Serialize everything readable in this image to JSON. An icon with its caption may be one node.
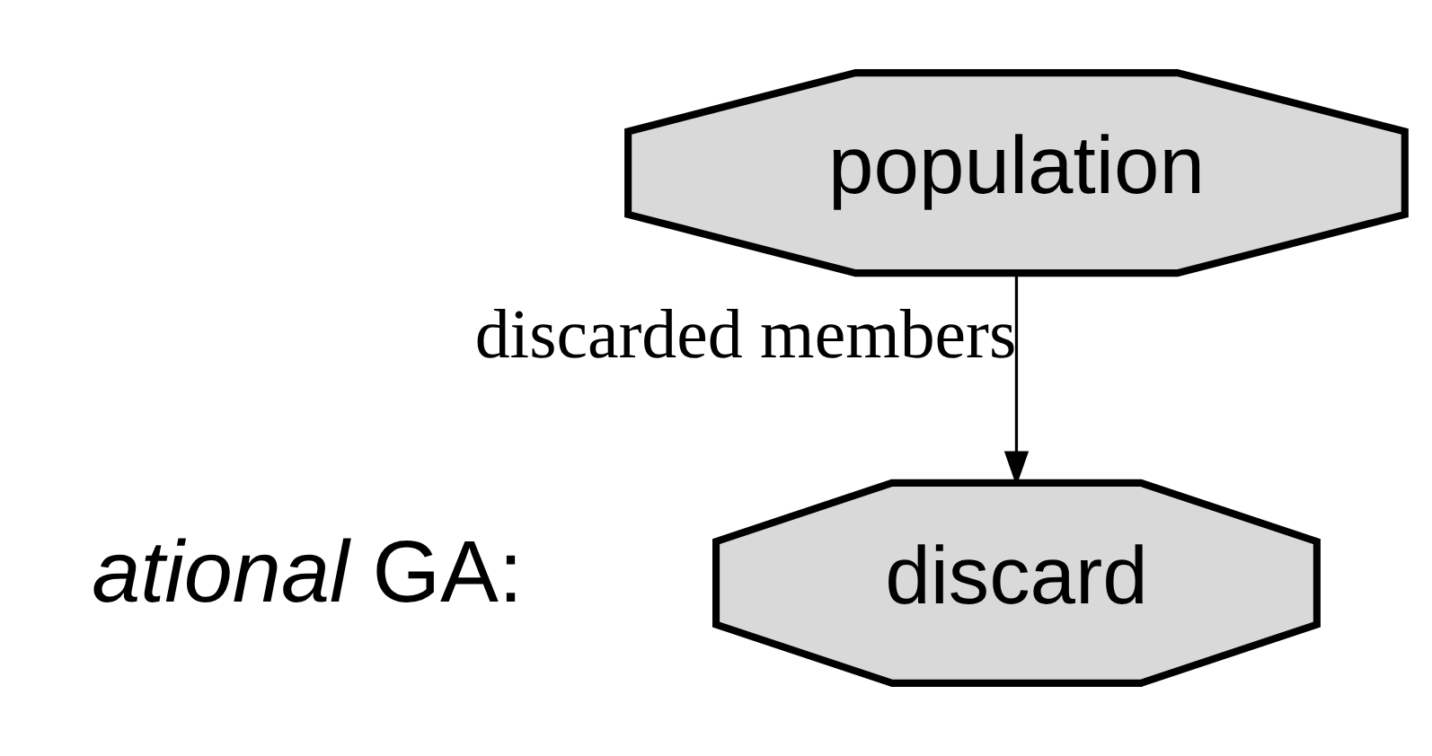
{
  "diagram": {
    "nodes": [
      {
        "text": [
          "population"
        ]
      },
      {
        "text": [
          "discard"
        ]
      }
    ],
    "edges": [
      {
        "from": 0,
        "to": 1,
        "arrow": "to",
        "label": "discarded members"
      }
    ],
    "labels": [
      "*ational* GA:"
    ]
  }
}
